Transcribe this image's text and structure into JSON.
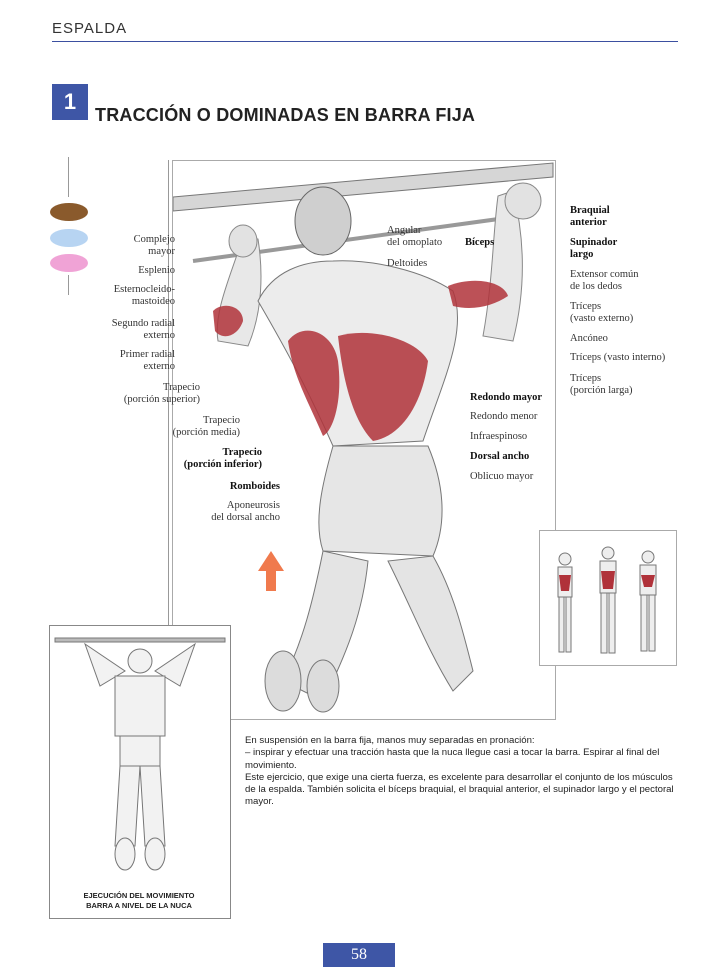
{
  "header": {
    "section": "ESPALDA",
    "exercise_number": "1",
    "title": "TRACCIÓN O DOMINADAS EN BARRA FIJA"
  },
  "colors": {
    "accent": "#3e56a6",
    "muscle": "#b0323a",
    "legend_brown": "#8a5a2c",
    "legend_blue": "#b7d4f2",
    "legend_pink": "#f0a3d6"
  },
  "labels_left": [
    "Complejo\nmayor",
    "Esplenio",
    "Esternocleido-\nmastoideo",
    "Segundo radial\nexterno",
    "Primer radial\nexterno",
    "Trapecio\n(porción superior)",
    "Trapecio\n(porción media)",
    "Trapecio\n(porción inferior)",
    "Romboides",
    "Aponeurosis\ndel dorsal ancho"
  ],
  "labels_top": [
    "Angular\ndel omoplato",
    "Deltoides",
    "Bíceps"
  ],
  "labels_right": [
    "Braquial\nanterior",
    "Supinador\nlargo",
    "Extensor común\nde los dedos",
    "Tríceps\n(vasto externo)",
    "Ancóneo",
    "Tríceps (vasto interno)",
    "Tríceps\n(porción larga)"
  ],
  "labels_lower": [
    "Redondo mayor",
    "Redondo menor",
    "Infraespinoso",
    "Dorsal ancho",
    "Oblicuo mayor"
  ],
  "description": [
    "En suspensión en la barra fija, manos muy separadas en pronación:",
    "– inspirar y efectuar una tracción hasta que la nuca llegue casi a tocar la barra. Espirar al final del movimiento.",
    "Este ejercicio, que exige una cierta fuerza, es excelente para desarrollar el conjunto de los músculos de la espalda. También solicita el bíceps braquial, el braquial anterior, el supinador largo y el pectoral mayor."
  ],
  "side_caption": "EJECUCIÓN DEL MOVIMIENTO\nBARRA A NIVEL DE LA NUCA",
  "page_number": "58"
}
